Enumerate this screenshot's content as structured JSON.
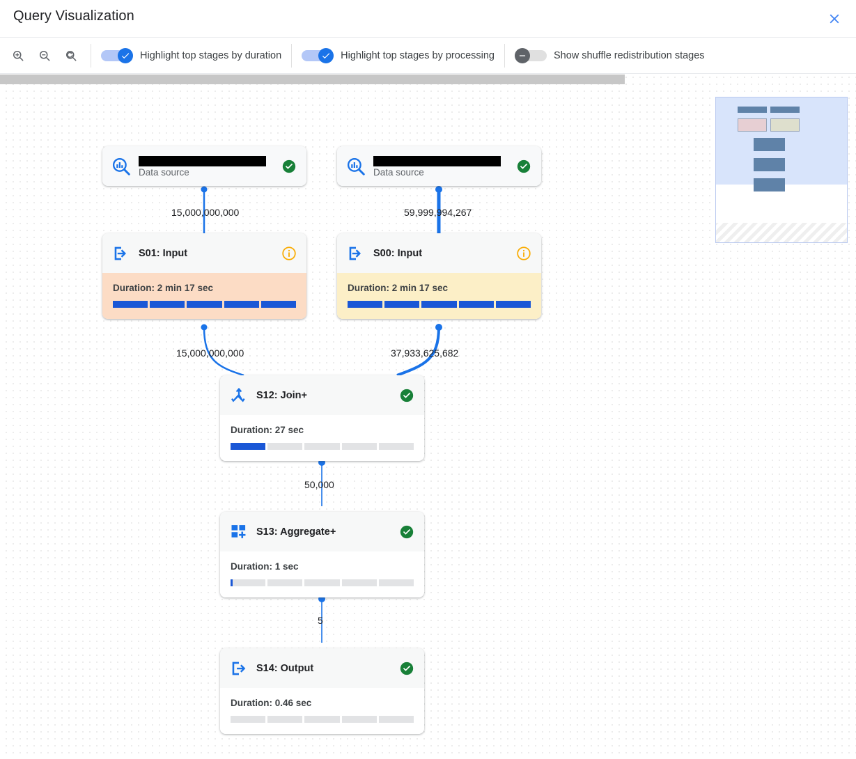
{
  "window": {
    "title": "Query Visualization",
    "close_icon": "close-icon"
  },
  "toolbar": {
    "zoom_in_icon": "zoom-in-icon",
    "zoom_out_icon": "zoom-out-icon",
    "zoom_reset_icon": "zoom-reset-icon",
    "toggles": [
      {
        "label": "Highlight top stages by duration",
        "state": "on"
      },
      {
        "label": "Highlight top stages by processing",
        "state": "on"
      },
      {
        "label": "Show shuffle redistribution stages",
        "state": "off"
      }
    ]
  },
  "graph": {
    "nodes": [
      {
        "id": "ds-left",
        "kind": "data-source",
        "icon": "data-source-search-icon",
        "title": "",
        "title_redacted": true,
        "subtitle": "Data source",
        "status": "success",
        "status_icon": "check-circle-icon"
      },
      {
        "id": "ds-right",
        "kind": "data-source",
        "icon": "data-source-search-icon",
        "title": "",
        "title_redacted": true,
        "subtitle": "Data source",
        "status": "success",
        "status_icon": "check-circle-icon"
      },
      {
        "id": "s01",
        "kind": "stage",
        "icon": "input-arrow-icon",
        "title": "S01: Input",
        "status": "info",
        "status_icon": "info-circle-icon",
        "duration": "Duration: 2 min 17 sec",
        "progress_percent": 100,
        "highlight": "duration"
      },
      {
        "id": "s00",
        "kind": "stage",
        "icon": "input-arrow-icon",
        "title": "S00: Input",
        "status": "info",
        "status_icon": "info-circle-icon",
        "duration": "Duration: 2 min 17 sec",
        "progress_percent": 100,
        "highlight": "processing"
      },
      {
        "id": "s12",
        "kind": "stage",
        "icon": "join-merge-icon",
        "title": "S12: Join+",
        "status": "success",
        "status_icon": "check-circle-icon",
        "duration": "Duration: 27 sec",
        "progress_percent": 20,
        "highlight": "none"
      },
      {
        "id": "s13",
        "kind": "stage",
        "icon": "aggregate-plus-icon",
        "title": "S13: Aggregate+",
        "status": "success",
        "status_icon": "check-circle-icon",
        "duration": "Duration: 1 sec",
        "progress_percent": 1,
        "highlight": "none"
      },
      {
        "id": "s14",
        "kind": "stage",
        "icon": "output-arrow-icon",
        "title": "S14: Output",
        "status": "success",
        "status_icon": "check-circle-icon",
        "duration": "Duration: 0.46 sec",
        "progress_percent": 0,
        "highlight": "none"
      }
    ],
    "edges": [
      {
        "from": "ds-left",
        "to": "s01",
        "label": "15,000,000,000"
      },
      {
        "from": "ds-right",
        "to": "s00",
        "label": "59,999,994,267"
      },
      {
        "from": "s01",
        "to": "s12",
        "label": "15,000,000,000"
      },
      {
        "from": "s00",
        "to": "s12",
        "label": "37,933,625,682"
      },
      {
        "from": "s12",
        "to": "s13",
        "label": "50,000"
      },
      {
        "from": "s13",
        "to": "s14",
        "label": "5"
      }
    ]
  },
  "minimap": {
    "name": "graph-minimap"
  },
  "colors": {
    "accent_blue": "#1a73e8",
    "edge_blue": "#1a73e8",
    "success_green": "#188038",
    "info_orange": "#f9ab00",
    "highlight_duration": "#fcdcc5",
    "highlight_processing": "#fcefc7",
    "progress_fill": "#1a57d6",
    "progress_track": "#e2e3e5"
  }
}
